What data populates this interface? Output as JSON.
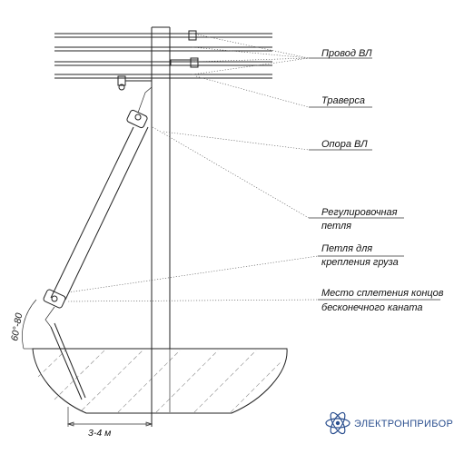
{
  "labels": {
    "wire": "Провод ВЛ",
    "crossarm": "Траверса",
    "pole": "Опора ВЛ",
    "adjust_loop_line1": "Регулировочная",
    "adjust_loop_line2": "петля",
    "load_loop_line1": "Петля для",
    "load_loop_line2": "крепления груза",
    "splice_line1": "Место сплетения концов",
    "splice_line2": "бесконечного каната",
    "angle": "60°-80",
    "distance": "3-4 м"
  },
  "logo": {
    "text": "ЭЛЕКТРОНПРИБОР",
    "color": "#2b4f8f"
  }
}
